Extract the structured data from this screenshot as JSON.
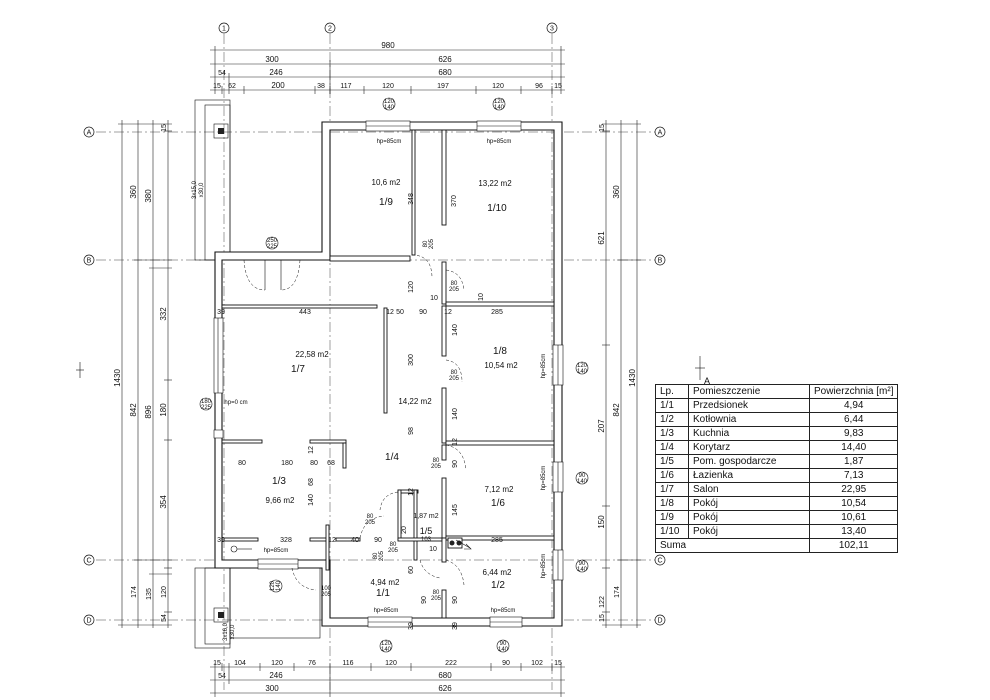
{
  "axes": {
    "vertical": [
      "1",
      "2",
      "3"
    ],
    "horizontal": [
      "A",
      "B",
      "C",
      "D"
    ]
  },
  "dims_top": {
    "total": "980",
    "row2": [
      "300",
      "626"
    ],
    "row3": [
      "54",
      "246",
      "680"
    ],
    "row4": [
      "15",
      "62",
      "200",
      "38",
      "117",
      "120",
      "197",
      "120",
      "96",
      "15"
    ]
  },
  "dims_bottom": {
    "row1": [
      "15",
      "104",
      "120",
      "76",
      "116",
      "120",
      "222",
      "90",
      "102",
      "15"
    ],
    "row2": [
      "54",
      "246",
      "680"
    ],
    "row3": [
      "300",
      "626"
    ]
  },
  "dims_left": {
    "total": "1430",
    "a": [
      "360",
      "842",
      "174"
    ],
    "b": [
      "380",
      "896",
      "135"
    ],
    "c": [
      "15",
      "332",
      "180",
      "354",
      "120",
      "54"
    ]
  },
  "dims_right": {
    "outer": "1430",
    "a": [
      "360",
      "842",
      "174"
    ],
    "b": [
      "15",
      "621",
      "207",
      "150",
      "122",
      "15"
    ]
  },
  "rooms": [
    {
      "id": "1/9",
      "area": "10,6 m2"
    },
    {
      "id": "1/10",
      "area": "13,22 m2"
    },
    {
      "id": "1/7",
      "area": "22,58 m2"
    },
    {
      "id": "1/8",
      "area": "10,54 m2"
    },
    {
      "id": "1/4",
      "area": "14,22 m2"
    },
    {
      "id": "1/3",
      "area": "9,66 m2"
    },
    {
      "id": "1/6",
      "area": "7,12 m2"
    },
    {
      "id": "1/5",
      "area": "1,87 m2"
    },
    {
      "id": "1/1",
      "area": "4,94 m2"
    },
    {
      "id": "1/2",
      "area": "6,44 m2"
    }
  ],
  "inner_dims": {
    "d348": "348",
    "d370": "370",
    "d120": "120",
    "d10a": "10",
    "d10b": "10",
    "d39a": "39",
    "d443": "443",
    "d12a": "12",
    "d50": "50",
    "d90a": "90",
    "d12b": "12",
    "d285a": "285",
    "d140a": "140",
    "d300": "300",
    "d140b": "140",
    "d98": "98",
    "d90b": "90",
    "d80a": "80",
    "d180": "180",
    "d80b": "80",
    "d68a": "68",
    "d68b": "68",
    "d12c": "12",
    "d12d": "12",
    "d12e": "12",
    "d140c": "140",
    "d145": "145",
    "d39b": "39",
    "d328": "328",
    "d12f": "12",
    "d40": "40",
    "d90c": "90",
    "d20": "20",
    "d10c": "10",
    "d285b": "285",
    "d90d": "90",
    "d90e": "90",
    "d39c": "39",
    "d39d": "39",
    "d60": "60"
  },
  "openings": {
    "w_top1": "120",
    "w_top1b": "140",
    "w_top2": "120",
    "w_top2b": "140",
    "w_r1": "120",
    "w_r1b": "140",
    "w_r2": "90",
    "w_r2b": "140",
    "w_r3": "90",
    "w_r3b": "140",
    "w_bot1": "120",
    "w_bot1b": "140",
    "w_bot2": "90",
    "w_bot2b": "140",
    "w_left": "120",
    "w_leftb": "140",
    "ent_door": "250",
    "ent_doorb": "225",
    "glass": "180",
    "glassb": "225",
    "hp85": "hp=85cm",
    "hp0": "hp=0 cm",
    "d80_205": "80",
    "d80_205b": "205",
    "d100": "100",
    "d100b": "205",
    "steps_top": "3x15,0",
    "steps_topb": "x30,0",
    "steps_bot": "3x16,0",
    "steps_botb": "x30,0",
    "t103": "103",
    "t80s": "80",
    "t205s": "205"
  },
  "section_mark": "A",
  "legend": {
    "headers": [
      "Lp.",
      "Pomieszczenie",
      "Powierzchnia [m²]"
    ],
    "rows": [
      [
        "1/1",
        "Przedsionek",
        "4,94"
      ],
      [
        "1/2",
        "Kotłownia",
        "6,44"
      ],
      [
        "1/3",
        "Kuchnia",
        "9,83"
      ],
      [
        "1/4",
        "Korytarz",
        "14,40"
      ],
      [
        "1/5",
        "Pom. gospodarcze",
        "1,87"
      ],
      [
        "1/6",
        "Łazienka",
        "7,13"
      ],
      [
        "1/7",
        "Salon",
        "22,95"
      ],
      [
        "1/8",
        "Pokój",
        "10,54"
      ],
      [
        "1/9",
        "Pokój",
        "10,61"
      ],
      [
        "1/10",
        "Pokój",
        "13,40"
      ]
    ],
    "total_label": "Suma",
    "total_value": "102,11"
  }
}
